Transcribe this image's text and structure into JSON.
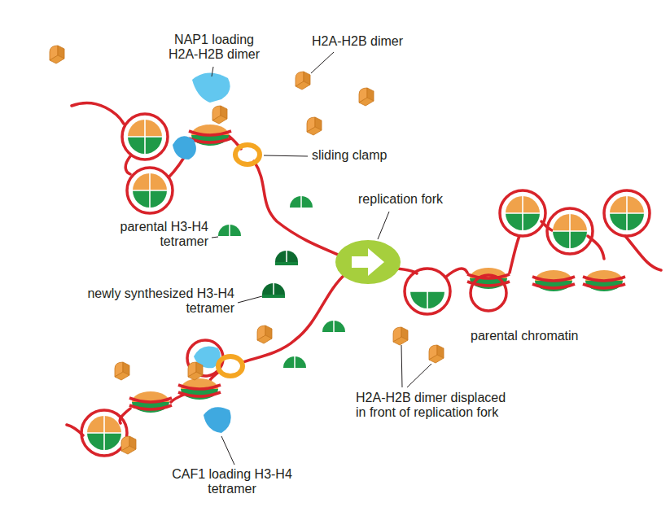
{
  "diagram": {
    "labels": [
      "NAP1 loading H2A-H2B dimer",
      "H2A-H2B dimer",
      "sliding clamp",
      "replication fork",
      "parental H3-H4 tetramer",
      "newly synthesized H3-H4 tetramer",
      "parental chromatin",
      "H2A-H2B dimer displaced in front of replication fork",
      "CAF1 loading H3-H4 tetramer"
    ]
  }
}
